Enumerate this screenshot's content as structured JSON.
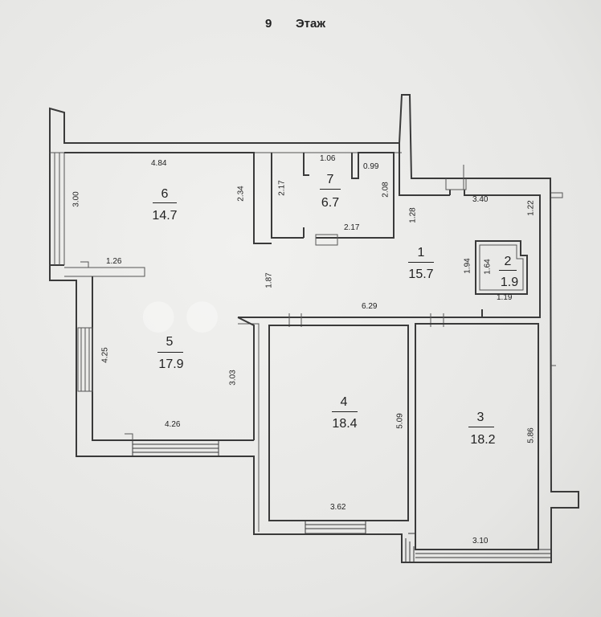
{
  "title": {
    "floor_number": "9",
    "floor_word": "Этаж"
  },
  "rooms": [
    {
      "id": "1",
      "number": "1",
      "area": "15.7"
    },
    {
      "id": "2",
      "number": "2",
      "area": "1.9"
    },
    {
      "id": "3",
      "number": "3",
      "area": "18.2"
    },
    {
      "id": "4",
      "number": "4",
      "area": "18.4"
    },
    {
      "id": "5",
      "number": "5",
      "area": "17.9"
    },
    {
      "id": "6",
      "number": "6",
      "area": "14.7"
    },
    {
      "id": "7",
      "number": "7",
      "area": "6.7"
    }
  ],
  "dimensions": {
    "d_484": "4.84",
    "d_300": "3.00",
    "d_234": "2.34",
    "d_126": "1.26",
    "d_106": "1.06",
    "d_099": "0.99",
    "d_217a": "2.17",
    "d_208": "2.08",
    "d_217b": "2.17",
    "d_340": "3.40",
    "d_128": "1.28",
    "d_122": "1.22",
    "d_194": "1.94",
    "d_164": "1.64",
    "d_119": "1.19",
    "d_187": "1.87",
    "d_629": "6.29",
    "d_425": "4.25",
    "d_303": "3.03",
    "d_426": "4.26",
    "d_509": "5.09",
    "d_362": "3.62",
    "d_586": "5.86",
    "d_310": "3.10"
  }
}
